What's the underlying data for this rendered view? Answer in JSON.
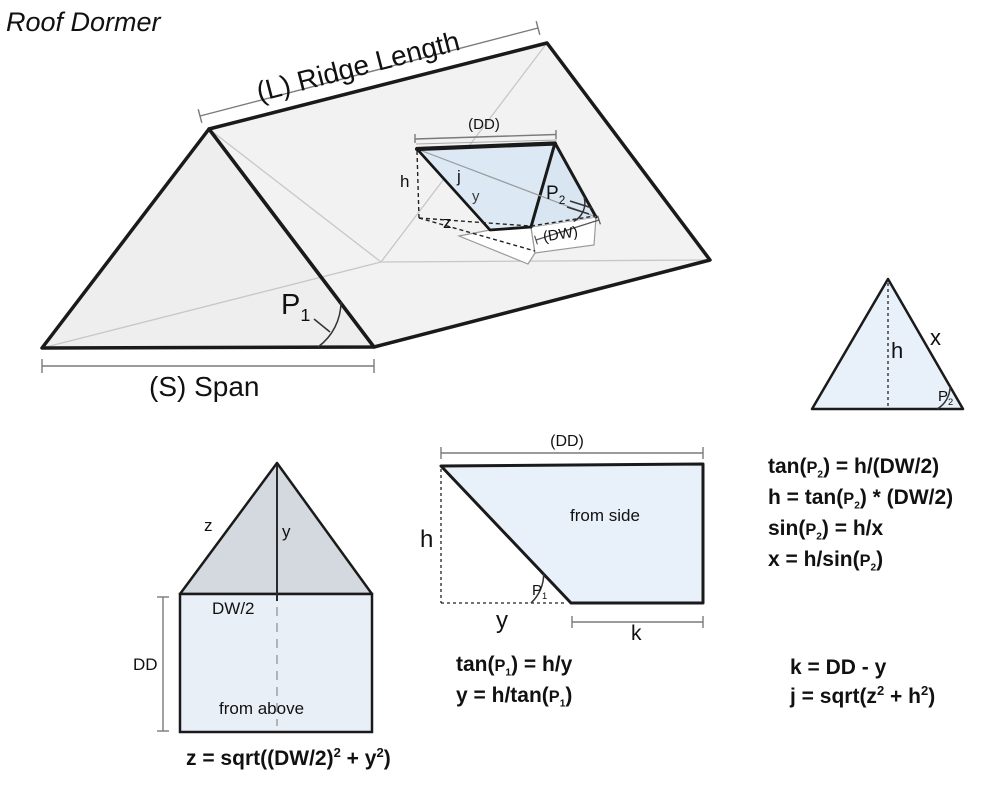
{
  "title": "Roof Dormer",
  "main": {
    "ridge_label": "(L) Ridge Length",
    "span_label": "(S) Span",
    "p1_label": "P_1",
    "dormer": {
      "dd_label": "(DD)",
      "dw_label": "(DW)",
      "h_label": "h",
      "j_label": "j",
      "y_label": "y",
      "z_label": "z",
      "p2_label": "P_2"
    }
  },
  "gable": {
    "h_label": "h",
    "x_label": "x",
    "p2_label": "P_2",
    "formulas": [
      "tan(P_2) = h/(DW/2)",
      "h = tan(P_2) * (DW/2)",
      "sin(P_2) = h/x",
      "x = h/sin(P_2)"
    ]
  },
  "plan": {
    "z_label": "z",
    "y_label": "y",
    "dw2_label": "DW/2",
    "dd_label": "DD",
    "caption": "from above",
    "formula": "z = sqrt((DW/2)^2 + y^2)"
  },
  "side": {
    "dd_label": "(DD)",
    "h_label": "h",
    "y_label": "y",
    "k_label": "k",
    "p1_label": "P_1",
    "caption": "from side",
    "formulas": [
      "tan(P_1) = h/y",
      "y = h/tan(P_1)"
    ]
  },
  "misc_formulas": [
    "k = DD - y",
    "j = sqrt(z^2 + h^2)"
  ],
  "colors": {
    "ink": "#1a1a1a",
    "text": "#111111",
    "roof_fill": "#f2f2f2",
    "tri_fill": "#eeeeee",
    "dormer_blue": "#dce8f3",
    "gable_blue": "#d9e6f2",
    "panel_blue": "#e8f0f9",
    "plan_tri": "#d3d9de",
    "plan_rect": "#e9eff7",
    "dim": "#7a7a7a",
    "hidden": "#c7c7c7",
    "dash": "#222222"
  }
}
